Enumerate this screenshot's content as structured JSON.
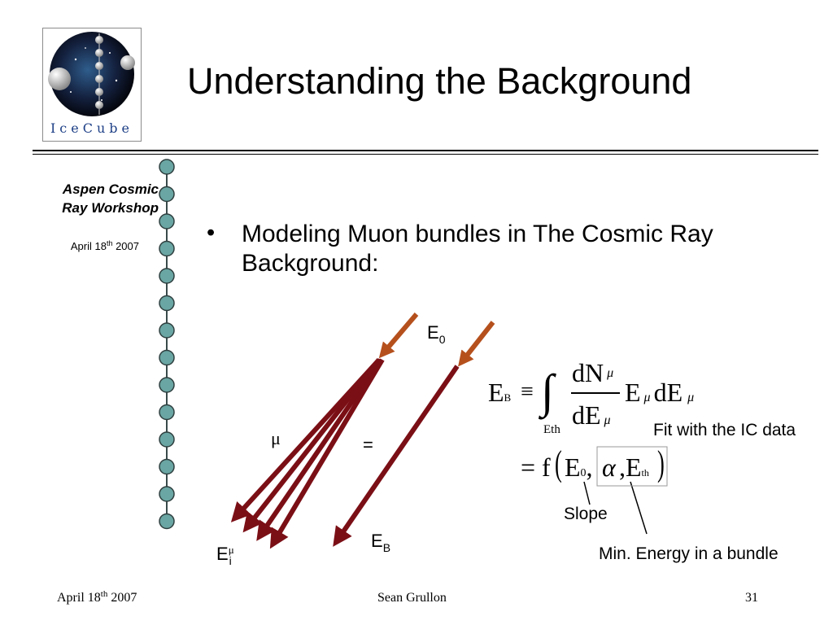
{
  "logo": {
    "text": "IceCube"
  },
  "title": "Understanding the Background",
  "sidebar": {
    "workshop_line1": "Aspen Cosmic",
    "workshop_line2": "Ray Workshop",
    "date_prefix": "April 18",
    "date_sup": "th",
    "date_suffix": "2007"
  },
  "bullet": {
    "marker": "•",
    "text": "Modeling Muon bundles in The Cosmic Ray Background:"
  },
  "diagram": {
    "e0_main": "E",
    "e0_sub": "0",
    "mu": "μ",
    "equals": "=",
    "eb_main": "E",
    "eb_sub": "B",
    "emu_main": "E",
    "emu_sup": "μ",
    "emu_sub": "i"
  },
  "equation": {
    "lhs_main": "E",
    "lhs_sub": "B",
    "equiv": "≡",
    "integral": "∫",
    "lower_limit": "Eth",
    "num_d": "dN",
    "num_mu": "μ",
    "den_d": "dE",
    "den_mu": "μ",
    "e_main": "E",
    "e_mu": "μ",
    "de_main": "dE",
    "de_mu": "μ",
    "eq2_prefix": "= f",
    "eq2_e0": "E",
    "eq2_e0_sub": "0",
    "eq2_comma": ",",
    "eq2_alpha": "α",
    "eq2_comma2": ",",
    "eq2_eth": "E",
    "eq2_eth_sub": "th"
  },
  "annotations": {
    "fit": "Fit with the IC data",
    "slope": "Slope",
    "min_energy": "Min. Energy in a bundle"
  },
  "footer": {
    "date_prefix": "April 18",
    "date_sup": "th",
    "date_suffix": " 2007",
    "author": "Sean Grullon",
    "page": "31"
  },
  "colors": {
    "arrow_dark_red": "#7b0f16",
    "arrow_orange": "#b5501d",
    "spine_bead": "#6aa6a3",
    "logo_blue": "#1d3f86"
  }
}
